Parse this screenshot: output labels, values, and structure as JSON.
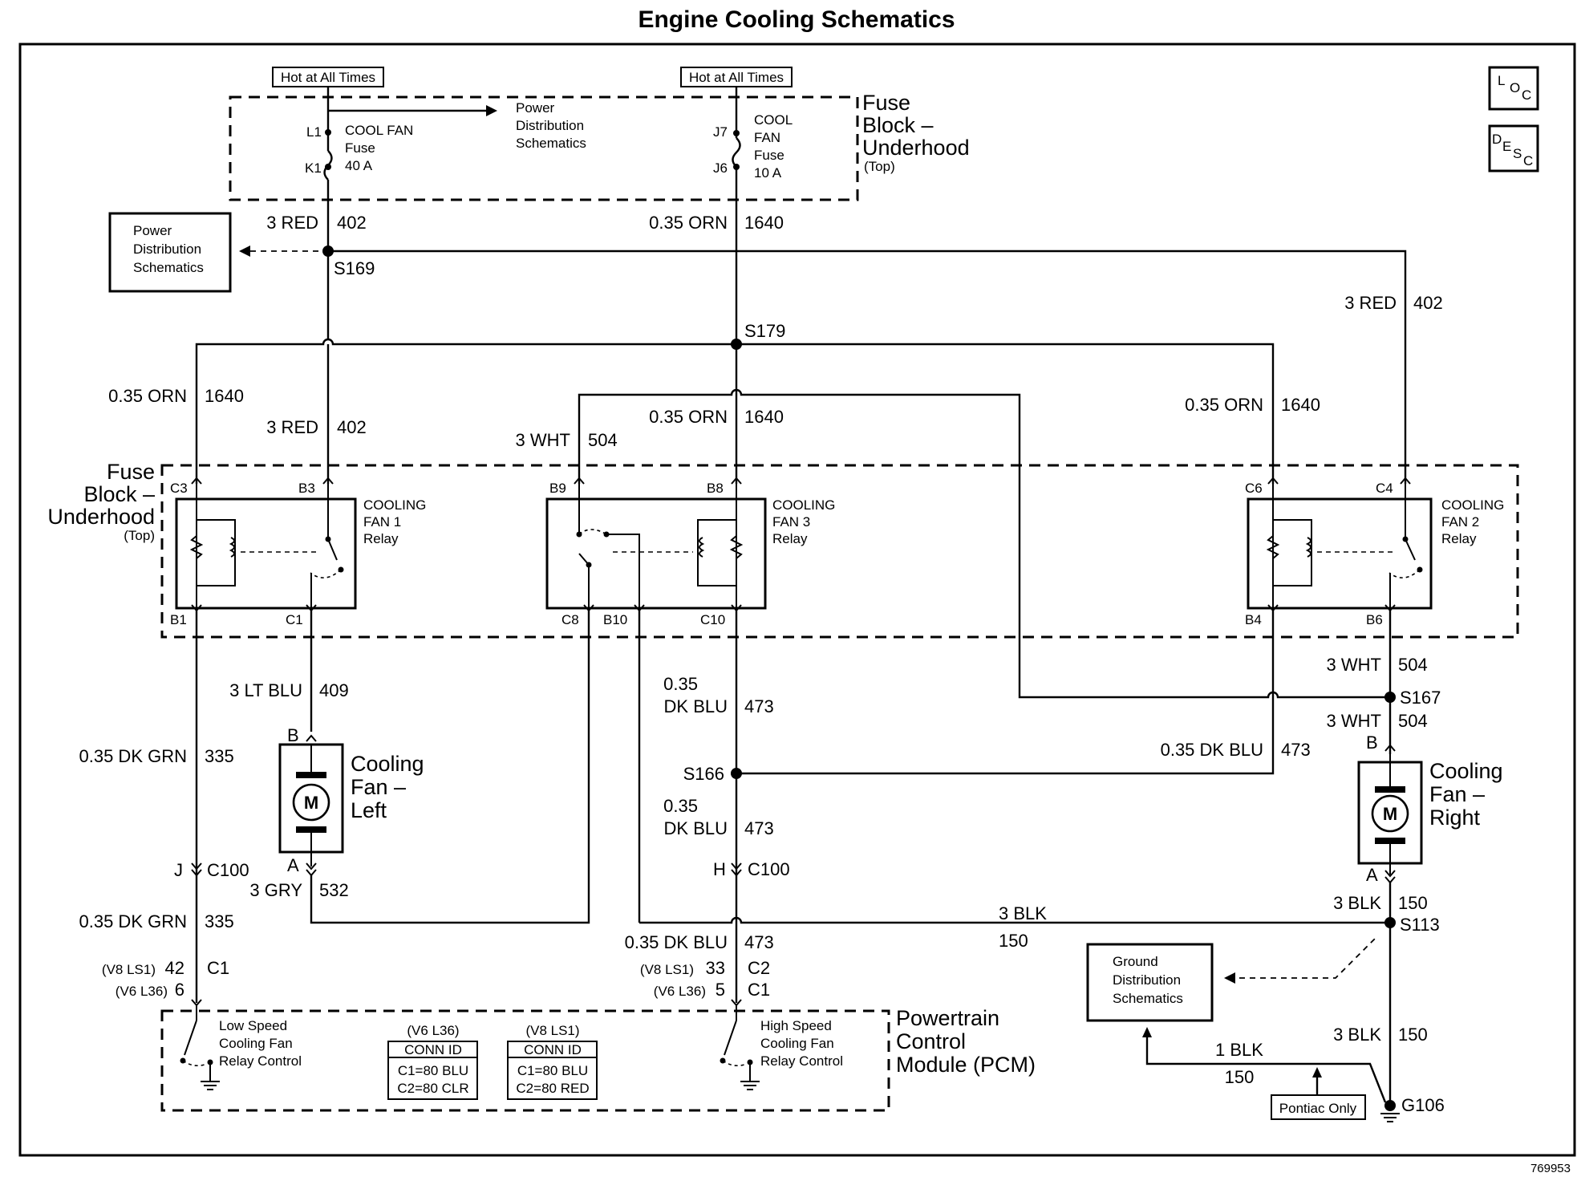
{
  "title": "Engine Cooling Schematics",
  "figure_id": "769953",
  "nav_icons": {
    "loc": [
      "L",
      "O",
      "C"
    ],
    "desc": [
      "D",
      "E",
      "S",
      "C"
    ]
  },
  "hot_labels": [
    "Hot at All Times",
    "Hot at All Times"
  ],
  "fuse_block_top": {
    "l1": "Fuse",
    "l2": "Block –",
    "l3": "Underhood",
    "l4": "(Top)"
  },
  "fuse_block_mid": {
    "l1": "Fuse",
    "l2": "Block –",
    "l3": "Underhood",
    "l4": "(Top)"
  },
  "fuse_cool_fan": {
    "term_top": "L1",
    "term_bot": "K1",
    "l1": "COOL FAN",
    "l2": "Fuse",
    "l3": "40 A"
  },
  "fuse_cool_fan_small": {
    "term_top": "J7",
    "term_bot": "J6",
    "l1": "COOL",
    "l2": "FAN",
    "l3": "Fuse",
    "l4": "10 A"
  },
  "pds_top": {
    "l1": "Power",
    "l2": "Distribution",
    "l3": "Schematics"
  },
  "pds_box": {
    "l1": "Power",
    "l2": "Distribution",
    "l3": "Schematics"
  },
  "wires": {
    "w402a": {
      "color": "3 RED",
      "circuit": "402"
    },
    "w1640a": {
      "color": "0.35 ORN",
      "circuit": "1640"
    },
    "w402b": {
      "color": "3 RED",
      "circuit": "402"
    },
    "w1640b": {
      "color": "0.35 ORN",
      "circuit": "1640"
    },
    "w402c": {
      "color": "3 RED",
      "circuit": "402"
    },
    "w1640c": {
      "color": "0.35 ORN",
      "circuit": "1640"
    },
    "w504a": {
      "color": "3 WHT",
      "circuit": "504"
    },
    "w1640d": {
      "color": "0.35 ORN",
      "circuit": "1640"
    },
    "w409": {
      "color": "3 LT BLU",
      "circuit": "409"
    },
    "w335a": {
      "color": "0.35 DK GRN",
      "circuit": "335"
    },
    "w532": {
      "color": "3 GRY",
      "circuit": "532"
    },
    "w335b": {
      "color": "0.35 DK GRN",
      "circuit": "335"
    },
    "w473a": {
      "color_l1": "0.35",
      "color_l2": "DK BLU",
      "circuit": "473"
    },
    "w473b": {
      "color_l1": "0.35",
      "color_l2": "DK BLU",
      "circuit": "473"
    },
    "w473c": {
      "color": "0.35 DK BLU",
      "circuit": "473"
    },
    "w473d": {
      "color": "0.35 DK BLU",
      "circuit": "473"
    },
    "w504b": {
      "color": "3 WHT",
      "circuit": "504"
    },
    "w504c": {
      "color": "3 WHT",
      "circuit": "504"
    },
    "w150a": {
      "color": "3 BLK",
      "circuit": "150"
    },
    "w150b": {
      "color": "3 BLK",
      "circuit": "150"
    },
    "w150c": {
      "color": "3 BLK",
      "circuit": "150"
    },
    "w150d": {
      "color": "1 BLK",
      "circuit": "150"
    }
  },
  "splices": {
    "s169": "S169",
    "s179": "S179",
    "s167": "S167",
    "s166": "S166",
    "s113": "S113",
    "g106": "G106"
  },
  "relay1": {
    "l1": "COOLING",
    "l2": "FAN 1",
    "l3": "Relay",
    "p1": "C3",
    "p2": "B3",
    "p3": "B1",
    "p4": "C1"
  },
  "relay3": {
    "l1": "COOLING",
    "l2": "FAN 3",
    "l3": "Relay",
    "p1": "B9",
    "p2": "B8",
    "p3": "C8",
    "p4": "B10",
    "p5": "C10"
  },
  "relay2": {
    "l1": "COOLING",
    "l2": "FAN 2",
    "l3": "Relay",
    "p1": "C6",
    "p2": "C4",
    "p3": "B4",
    "p4": "B6"
  },
  "fan_left": {
    "l1": "Cooling",
    "l2": "Fan –",
    "l3": "Left",
    "pin_b": "B",
    "pin_a": "A",
    "motor": "M"
  },
  "fan_right": {
    "l1": "Cooling",
    "l2": "Fan –",
    "l3": "Right",
    "pin_b": "B",
    "pin_a": "A",
    "motor": "M"
  },
  "connectors": {
    "c100_left": {
      "pin": "J",
      "name": "C100"
    },
    "c100_right": {
      "pin": "H",
      "name": "C100"
    }
  },
  "pcm_pins": {
    "left": {
      "v8": "(V8 LS1)",
      "v8_pin": "42",
      "v6": "(V6 L36)",
      "v6_pin": "6",
      "conn": "C1"
    },
    "right": {
      "v8": "(V8 LS1)",
      "v8_pin": "33",
      "v8_conn": "C2",
      "v6": "(V6 L36)",
      "v6_pin": "5",
      "v6_conn": "C1"
    }
  },
  "pcm": {
    "l1": "Powertrain",
    "l2": "Control",
    "l3": "Module (PCM)",
    "low": {
      "l1": "Low Speed",
      "l2": "Cooling Fan",
      "l3": "Relay Control"
    },
    "high": {
      "l1": "High Speed",
      "l2": "Cooling Fan",
      "l3": "Relay Control"
    },
    "table_v6": {
      "head": "(V6 L36)",
      "r0": "CONN ID",
      "r1": "C1=80 BLU",
      "r2": "C2=80 CLR"
    },
    "table_v8": {
      "head": "(V8 LS1)",
      "r0": "CONN ID",
      "r1": "C1=80 BLU",
      "r2": "C2=80 RED"
    }
  },
  "gds": {
    "l1": "Ground",
    "l2": "Distribution",
    "l3": "Schematics"
  },
  "pontiac": "Pontiac Only"
}
